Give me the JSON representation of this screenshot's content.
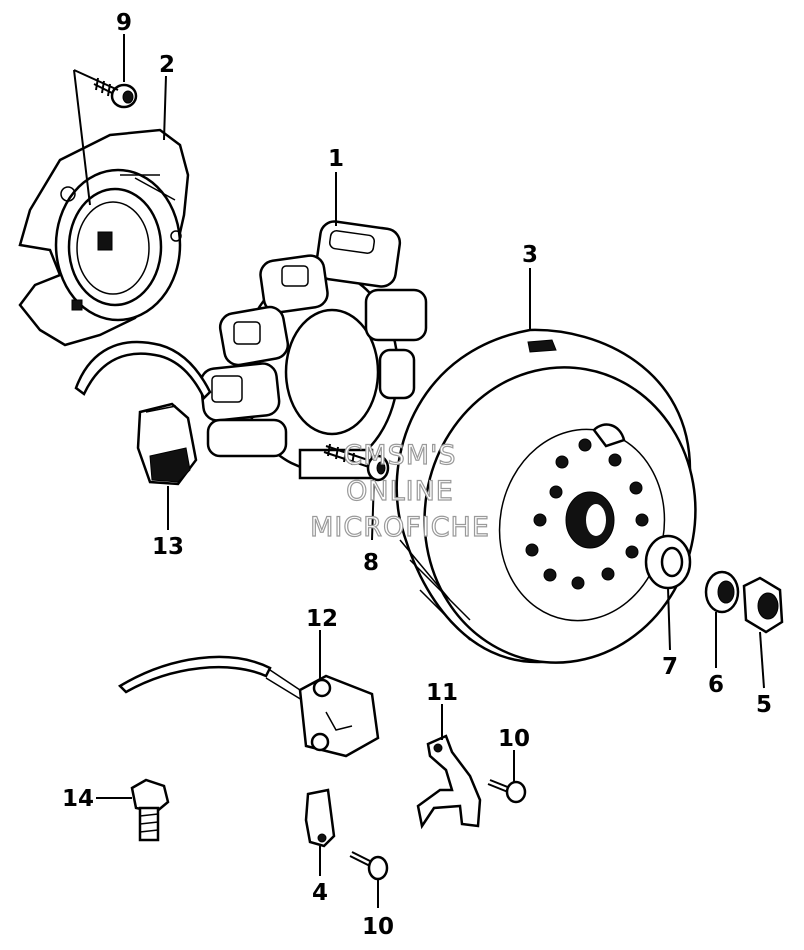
{
  "callouts": {
    "p1": "1",
    "p2": "2",
    "p3": "3",
    "p4": "4",
    "p5": "5",
    "p6": "6",
    "p7": "7",
    "p8": "8",
    "p9": "9",
    "p10a": "10",
    "p10b": "10",
    "p11": "11",
    "p12": "12",
    "p13": "13",
    "p14": "14"
  },
  "watermark": {
    "line1": "CMSM'S",
    "line2": "ONLINE",
    "line3": "MICROFICHE"
  }
}
